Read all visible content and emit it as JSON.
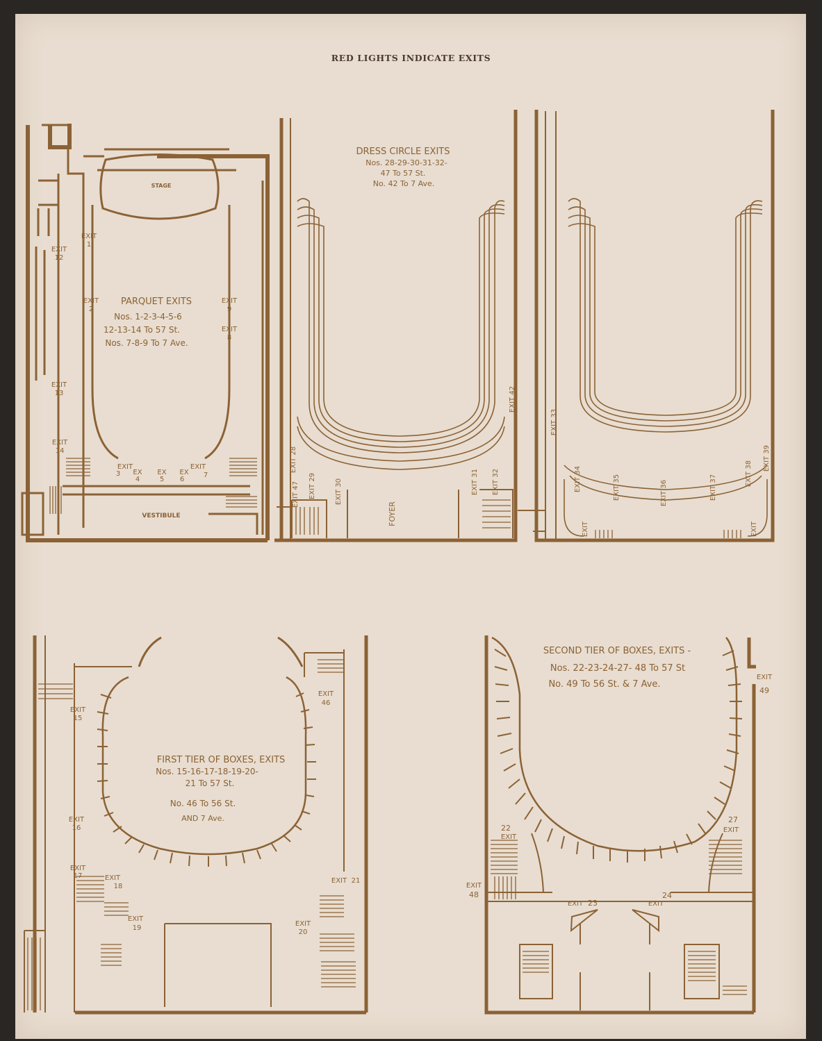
{
  "header": {
    "title": "RED LIGHTS INDICATE EXITS"
  },
  "colors": {
    "ink": "#8b6236",
    "paper": "#e8ddd0",
    "frame": "#2a2623"
  },
  "parquet": {
    "stage": "STAGE",
    "vestibule": "VESTIBULE",
    "notes": [
      "PARQUET EXITS",
      "Nos. 1-2-3-4-5-6",
      "12-13-14 To 57 St.",
      "Nos. 7-8-9 To 7 Ave."
    ],
    "exits": [
      {
        "w": "EXIT",
        "n": "1"
      },
      {
        "w": "EXIT",
        "n": "2"
      },
      {
        "w": "EXIT",
        "n": "12"
      },
      {
        "w": "EXIT",
        "n": "13"
      },
      {
        "w": "EXIT",
        "n": "14"
      },
      {
        "w": "EXIT",
        "n": "9"
      },
      {
        "w": "EXIT",
        "n": "8"
      },
      {
        "w": "EXIT",
        "n": "3"
      },
      {
        "w": "EX",
        "n": "4"
      },
      {
        "w": "EX",
        "n": "5"
      },
      {
        "w": "EX",
        "n": "6"
      },
      {
        "w": "EXIT",
        "n": "7"
      }
    ]
  },
  "dress_circle": {
    "notes": [
      "DRESS CIRCLE EXITS",
      "Nos. 28-29-30-31-32-",
      "47 To 57 St.",
      "No. 42 To 7 Ave."
    ],
    "foyer": "FOYER",
    "exits": [
      "EXIT 28",
      "EXIT 47",
      "EXIT 29",
      "EXIT 30",
      "EXIT 31",
      "EXIT 32",
      "EXIT 42"
    ]
  },
  "balcony": {
    "exits": [
      "EXIT 33",
      "EXIT 34",
      "EXIT 35",
      "EXIT 36",
      "EXIT 37",
      "EXIT 38",
      "EXIT 39",
      "EXIT",
      "EXIT"
    ]
  },
  "first_tier": {
    "notes": [
      "FIRST TIER OF BOXES, EXITS",
      "Nos. 15-16-17-18-19-20-",
      "21 To 57 St.",
      "No. 46 To 56 St.",
      "AND 7 Ave."
    ],
    "exits": [
      {
        "w": "EXIT",
        "n": "15"
      },
      {
        "w": "EXIT",
        "n": "16"
      },
      {
        "w": "EXIT",
        "n": "17"
      },
      {
        "w": "EXIT",
        "n": "18"
      },
      {
        "w": "EXIT",
        "n": "19"
      },
      {
        "w": "EXIT",
        "n": "20"
      },
      {
        "w": "EXIT",
        "n": "21"
      },
      {
        "w": "EXIT",
        "n": "46"
      }
    ]
  },
  "second_tier": {
    "notes": [
      "SECOND TIER OF BOXES, EXITS -",
      "Nos. 22-23-24-27- 48 To 57 St",
      "No. 49 To 56 St. & 7 Ave."
    ],
    "exits": [
      {
        "w": "EXIT",
        "n": "49"
      },
      {
        "w": "EXIT",
        "n": "22"
      },
      {
        "w": "EXIT",
        "n": "27"
      },
      {
        "w": "EXIT",
        "n": "48"
      },
      {
        "w": "EXIT",
        "n": "23"
      },
      {
        "w": "EXIT",
        "n": "24"
      }
    ]
  }
}
